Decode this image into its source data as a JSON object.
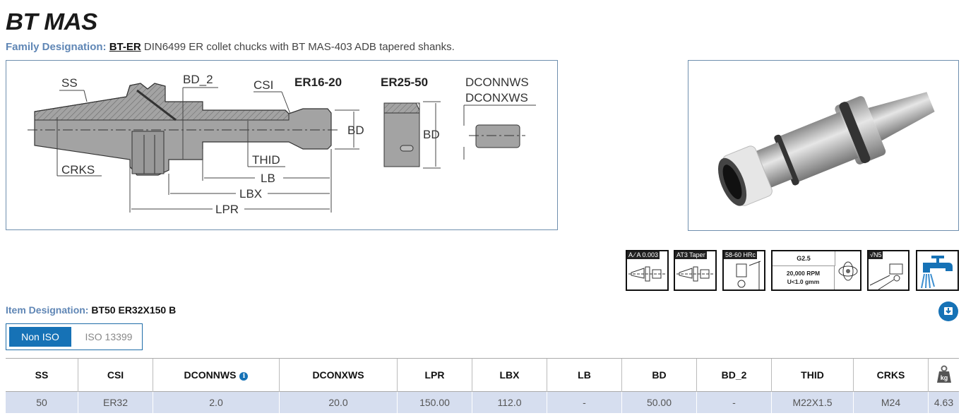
{
  "header": {
    "title": "BT MAS",
    "family_label": "Family Designation:",
    "family_link": "BT-ER",
    "family_description": "DIN6499 ER collet chucks with BT MAS-403 ADB tapered shanks."
  },
  "drawing": {
    "labels": {
      "ss": "SS",
      "bd2": "BD_2",
      "csi": "CSI",
      "er1620": "ER16-20",
      "er2550": "ER25-50",
      "dconnws": "DCONNWS",
      "dconxws": "DCONXWS",
      "bd_a": "BD",
      "bd_b": "BD",
      "crks": "CRKS",
      "thid": "THID",
      "lb": "LB",
      "lbx": "LBX",
      "lpr": "LPR"
    }
  },
  "badges": {
    "runout": "A ⁄ A 0.003",
    "taper": "AT3 Taper",
    "hardness": "58-60 HRc",
    "balance_grade": "G2.5",
    "balance_rpm": "20,000 RPM",
    "balance_u": "U<1.0 gmm",
    "surface": "√N5",
    "coolant_icon": "coolant-tap-icon"
  },
  "item": {
    "label": "Item Designation:",
    "value": "BT50 ER32X150 B"
  },
  "standard_toggle": {
    "options": [
      "Non ISO",
      "ISO 13399"
    ],
    "selected": "Non ISO"
  },
  "table": {
    "headers": [
      "SS",
      "CSI",
      "DCONNWS",
      "DCONXWS",
      "LPR",
      "LBX",
      "LB",
      "BD",
      "BD_2",
      "THID",
      "CRKS"
    ],
    "weight_header_icon": "weight-kg-icon",
    "weight_unit": "kg",
    "rows": [
      [
        "50",
        "ER32",
        "2.0",
        "20.0",
        "150.00",
        "112.0",
        "-",
        "50.00",
        "-",
        "M22X1.5",
        "M24",
        "4.63"
      ]
    ]
  },
  "colors": {
    "accent": "#1672b6",
    "label": "#5f86b5",
    "row_bg": "#d6deef",
    "border": "#6f8fae"
  }
}
